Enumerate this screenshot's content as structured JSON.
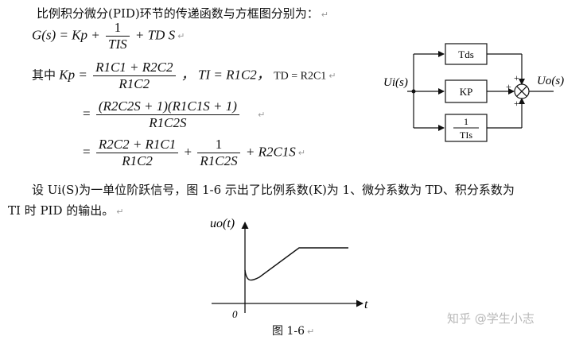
{
  "intro": "比例积分微分(PID)环节的传递函数与方框图分别为：",
  "eq1": {
    "lhs": "G(s) = Kp +",
    "frac_num": "1",
    "frac_den": "TIS",
    "tail": "+ TD S"
  },
  "eq2": {
    "prefix": "其中",
    "kp_lhs": "Kp =",
    "kp_num": "R1C1 + R2C2",
    "kp_den": "R1C2",
    "ti_def": "，  TI = R1C2，",
    "td_def": "TD = R2C1"
  },
  "eq3": {
    "eq": "=",
    "num": "(R2C2S + 1)(R1C1S + 1)",
    "den": "R1C2S"
  },
  "eq4": {
    "eq": "=",
    "f1_num": "R2C2 + R1C1",
    "f1_den": "R1C2",
    "plus": "+",
    "f2_num": "1",
    "f2_den": "R1C2S",
    "tail": "+ R2C1S"
  },
  "body_line1": "设 Ui(S)为一单位阶跃信号，图 1-6 示出了比例系数(K)为 1、微分系数为 TD、积分系数为",
  "body_line2": "TI 时 PID 的输出。",
  "block_diagram": {
    "input_label": "Ui(s)",
    "output_label": "Uo(s)",
    "block_top": "Tds",
    "block_mid": "KP",
    "block_bottom_num": "1",
    "block_bottom_den": "TIs",
    "plus": "+"
  },
  "plot": {
    "ylabel": "uo(t)",
    "xlabel": "t",
    "origin": "0"
  },
  "caption": "图 1-6",
  "watermark": "知乎 @学生小志",
  "return_mark": "↵"
}
